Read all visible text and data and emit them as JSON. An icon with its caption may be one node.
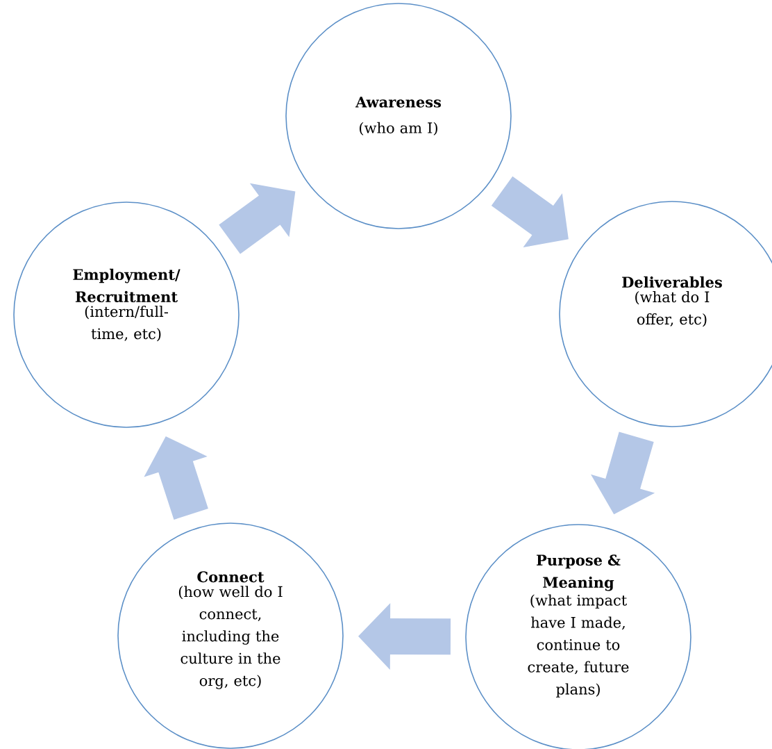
{
  "diagram": {
    "nodes": [
      {
        "text": [
          "Awareness",
          "(who am I)"
        ]
      },
      {
        "text": [
          "Deliverables",
          "(what do I offer, etc)"
        ]
      },
      {
        "text": [
          "Purpose & Meaning",
          "(what impact have I made, continue to create, future plans)"
        ]
      },
      {
        "text": [
          "Connect",
          "(how well do I connect, including the culture in the org, etc)"
        ]
      },
      {
        "text": [
          "Employment/ Recruitment",
          "(intern/full-time, etc)"
        ]
      }
    ],
    "edges": [
      {
        "from": 0,
        "to": 1,
        "arrow": "to"
      },
      {
        "from": 1,
        "to": 2,
        "arrow": "to"
      },
      {
        "from": 2,
        "to": 3,
        "arrow": "to"
      },
      {
        "from": 3,
        "to": 4,
        "arrow": "to"
      },
      {
        "from": 4,
        "to": 0,
        "arrow": "to"
      }
    ]
  }
}
